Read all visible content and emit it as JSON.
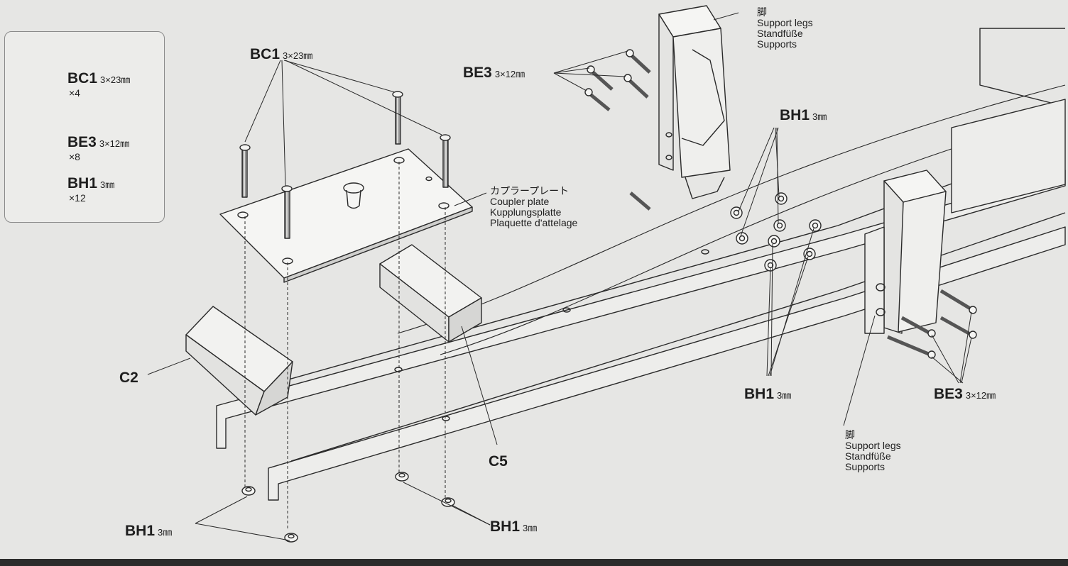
{
  "parts": {
    "bc1": {
      "code": "BC1",
      "size": "3×23㎜",
      "qty": "×4"
    },
    "be3": {
      "code": "BE3",
      "size": "3×12㎜",
      "qty": "×8"
    },
    "bh1": {
      "code": "BH1",
      "size": "3㎜",
      "qty": "×12"
    }
  },
  "callouts": {
    "bc1": {
      "code": "BC1",
      "size": "3×23㎜"
    },
    "be3_top": {
      "code": "BE3",
      "size": "3×12㎜"
    },
    "be3_right": {
      "code": "BE3",
      "size": "3×12㎜"
    },
    "bh1_mid_upper": {
      "code": "BH1",
      "size": "3㎜"
    },
    "bh1_mid_lower": {
      "code": "BH1",
      "size": "3㎜"
    },
    "bh1_bottom_left": {
      "code": "BH1",
      "size": "3㎜"
    },
    "bh1_bottom_center": {
      "code": "BH1",
      "size": "3㎜"
    },
    "c2": "C2",
    "c5": "C5"
  },
  "labels": {
    "coupler_plate": [
      "カプラープレート",
      "Coupler plate",
      "Kupplungsplatte",
      "Plaquette d'attelage"
    ],
    "support_legs_top": [
      "脚",
      "Support legs",
      "Standfüße",
      "Supports"
    ],
    "support_legs_bottom": [
      "脚",
      "Support legs",
      "Standfüße",
      "Supports"
    ]
  },
  "colors": {
    "line": "#2a2a2a",
    "part_fill": "#f2f2f0",
    "background": "#e6e6e4"
  }
}
